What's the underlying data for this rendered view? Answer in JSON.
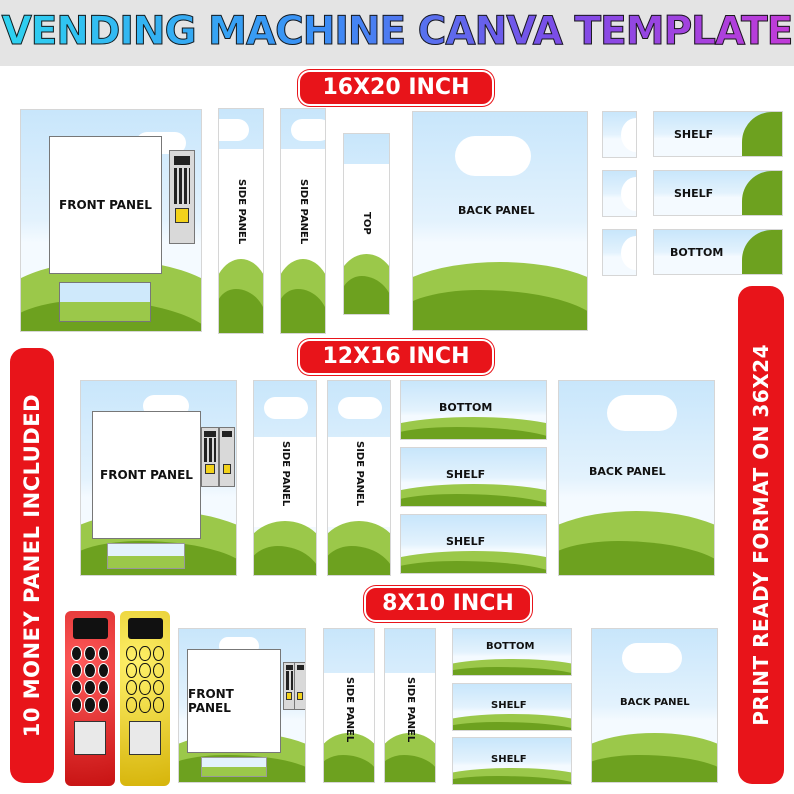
{
  "title": "VENDING MACHINE CANVA TEMPLATE",
  "colors": {
    "accent_red": "#e8141a",
    "sky": "#c8e6fb",
    "grass_light": "#9bc84a",
    "grass_dark": "#6da11f"
  },
  "left_badge": "10 MONEY PANEL INCLUDED",
  "right_badge": "PRINT READY FORMAT ON 36X24",
  "sizes": {
    "s1": {
      "heading": "16X20 INCH",
      "front": "FRONT PANEL",
      "side1": "SIDE PANEL",
      "side2": "SIDE PANEL",
      "top": "TOP",
      "back": "BACK PANEL",
      "shelf1": "SHELF",
      "shelf2": "SHELF",
      "bottom": "BOTTOM"
    },
    "s2": {
      "heading": "12X16 INCH",
      "front": "FRONT PANEL",
      "side1": "SIDE PANEL",
      "side2": "SIDE PANEL",
      "bottom": "BOTTOM",
      "shelf1": "SHELF",
      "shelf2": "SHELF",
      "back": "BACK PANEL"
    },
    "s3": {
      "heading": "8X10 INCH",
      "front": "FRONT PANEL",
      "side1": "SIDE PANEL",
      "side2": "SIDE PANEL",
      "bottom": "BOTTOM",
      "shelf1": "SHELF",
      "shelf2": "SHELF",
      "back": "BACK PANEL"
    }
  }
}
